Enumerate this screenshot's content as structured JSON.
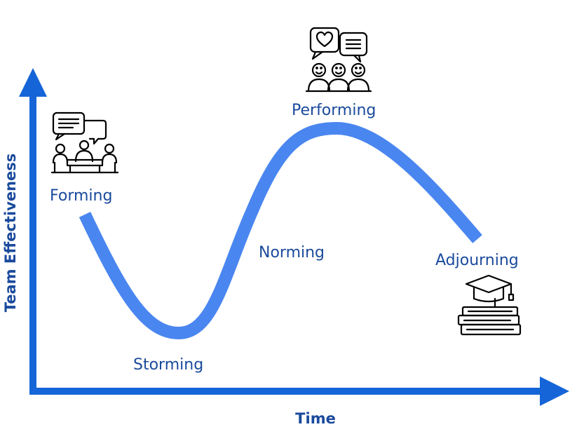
{
  "colors": {
    "axis": "#1565d8",
    "curve": "#4a86f0",
    "label": "#1a4a9c",
    "axis_label": "#1a4a9c",
    "icon": "#000000"
  },
  "axes": {
    "y_label": "Team Effectiveness",
    "x_label": "Time"
  },
  "stages": {
    "forming": {
      "label": "Forming",
      "icon": "meeting-chat-icon"
    },
    "storming": {
      "label": "Storming"
    },
    "norming": {
      "label": "Norming"
    },
    "performing": {
      "label": "Performing",
      "icon": "happy-team-chat-icon"
    },
    "adjourning": {
      "label": "Adjourning",
      "icon": "graduation-books-icon"
    }
  }
}
